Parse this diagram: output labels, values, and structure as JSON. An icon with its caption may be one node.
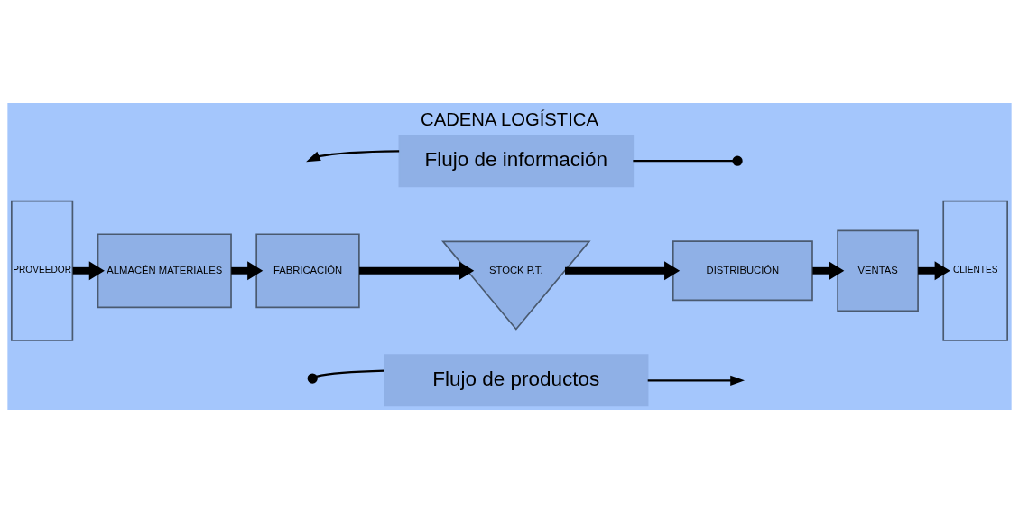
{
  "diagram": {
    "title": "CADENA LOGÍSTICA",
    "nodes": [
      {
        "text": [
          "Flujo de información"
        ]
      },
      {
        "text": [
          "PROVEEDOR"
        ]
      },
      {
        "text": [
          "ALMACÉN MATERIALES"
        ]
      },
      {
        "text": [
          "FABRICACIÓN"
        ]
      },
      {
        "text": [
          "STOCK P.T."
        ]
      },
      {
        "text": [
          "DISTRIBUCIÓN"
        ]
      },
      {
        "text": [
          "VENTAS"
        ]
      },
      {
        "text": [
          "CLIENTES"
        ]
      },
      {
        "text": [
          "Flujo de productos"
        ]
      }
    ],
    "edges": [
      {
        "from": 0,
        "to": null,
        "arrow": "other"
      },
      {
        "from": 0,
        "to": null,
        "arrow": "to"
      },
      {
        "from": 1,
        "to": 2,
        "arrow": "to"
      },
      {
        "from": 2,
        "to": 3,
        "arrow": "to"
      },
      {
        "from": 3,
        "to": 4,
        "arrow": "to"
      },
      {
        "from": 4,
        "to": 5,
        "arrow": "to"
      },
      {
        "from": 5,
        "to": 6,
        "arrow": "to"
      },
      {
        "from": 6,
        "to": 7,
        "arrow": "to"
      },
      {
        "from": 8,
        "to": null,
        "arrow": "to"
      },
      {
        "from": 8,
        "to": null,
        "arrow": "other"
      }
    ]
  }
}
